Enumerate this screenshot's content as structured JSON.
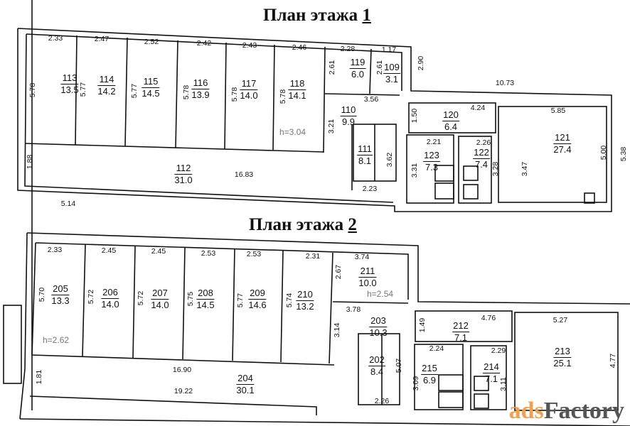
{
  "floor1": {
    "title_prefix": "План этажа ",
    "title_number": "1",
    "rooms": [
      {
        "number": "113",
        "area": "13.5"
      },
      {
        "number": "114",
        "area": "14.2"
      },
      {
        "number": "115",
        "area": "14.5"
      },
      {
        "number": "116",
        "area": "13.9"
      },
      {
        "number": "117",
        "area": "14.0"
      },
      {
        "number": "118",
        "area": "14.1"
      },
      {
        "number": "112",
        "area": "31.0"
      },
      {
        "number": "119",
        "area": "6.0"
      },
      {
        "number": "109",
        "area": "3.1"
      },
      {
        "number": "110",
        "area": "9.9"
      },
      {
        "number": "111",
        "area": "8.1"
      },
      {
        "number": "120",
        "area": "6.4"
      },
      {
        "number": "123",
        "area": "7.3"
      },
      {
        "number": "122",
        "area": "7.4"
      },
      {
        "number": "121",
        "area": "27.4"
      }
    ],
    "dims": [
      "2.33",
      "2.47",
      "2.52",
      "2.42",
      "2.43",
      "2.46",
      "2.28",
      "1.17",
      "2.90",
      "10.73",
      "5.78",
      "5.77",
      "5.77",
      "5.78",
      "5.78",
      "5.78",
      "2.61",
      "2.61",
      "3.56",
      "3.21",
      "1.50",
      "4.24",
      "5.85",
      "2.21",
      "2.26",
      "3.62",
      "2.23",
      "3.31",
      "3.28",
      "3.47",
      "5.00",
      "5.38",
      "1.88",
      "16.83",
      "5.14"
    ],
    "height": "h=3.04"
  },
  "floor2": {
    "title_prefix": "План этажа ",
    "title_number": "2",
    "rooms": [
      {
        "number": "205",
        "area": "13.3"
      },
      {
        "number": "206",
        "area": "14.0"
      },
      {
        "number": "207",
        "area": "14.0"
      },
      {
        "number": "208",
        "area": "14.5"
      },
      {
        "number": "209",
        "area": "14.6"
      },
      {
        "number": "210",
        "area": "13.2"
      },
      {
        "number": "211",
        "area": "10.0"
      },
      {
        "number": "203",
        "area": "10.3"
      },
      {
        "number": "202",
        "area": "8.4"
      },
      {
        "number": "212",
        "area": "7.1"
      },
      {
        "number": "215",
        "area": "6.9"
      },
      {
        "number": "214",
        "area": "7.1"
      },
      {
        "number": "213",
        "area": "25.1"
      },
      {
        "number": "204",
        "area": "30.1"
      }
    ],
    "dims": [
      "2.33",
      "2.45",
      "2.45",
      "2.53",
      "2.53",
      "2.31",
      "3.74",
      "2.67",
      "3.78",
      "3.14",
      "1.49",
      "4.76",
      "5.27",
      "2.24",
      "2.29",
      "5.07",
      "3.09",
      "3.11",
      "4.77",
      "2.26",
      "5.70",
      "5.72",
      "5.72",
      "5.75",
      "5.77",
      "5.74",
      "16.90",
      "19.22",
      "1.81"
    ],
    "height_main": "h=2.62",
    "height_211": "h=2.54"
  },
  "watermark": {
    "part1": "ads",
    "part2": "Factory"
  }
}
